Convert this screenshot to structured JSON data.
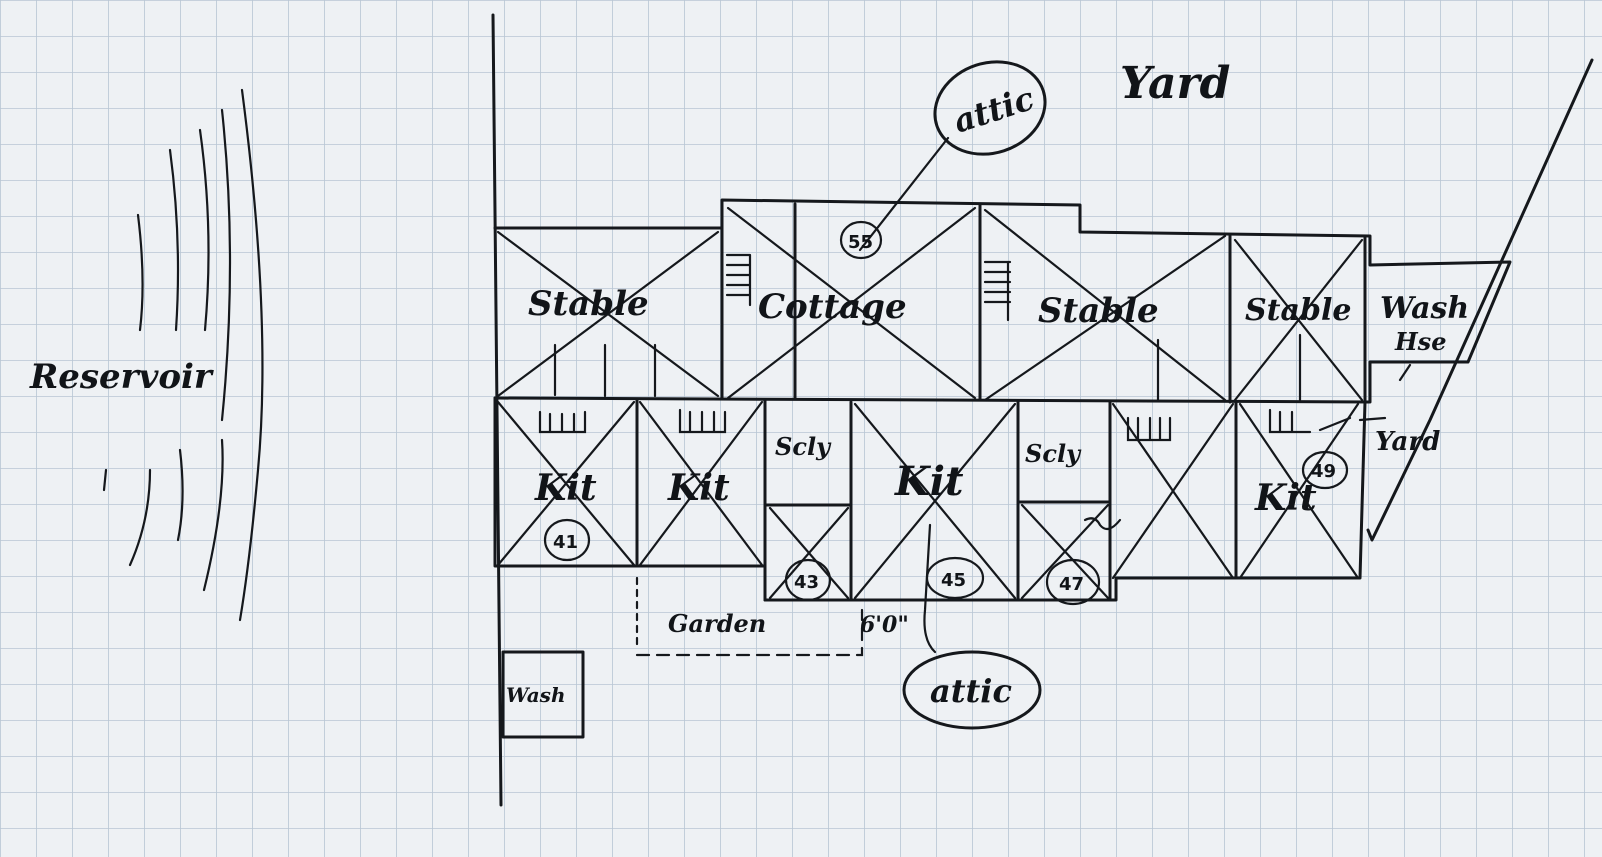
{
  "paper": {
    "background": "#eef1f4",
    "grid_color": "#b8c6d3",
    "ink_color": "#15181c"
  },
  "labels": {
    "reservoir": "Reservoir",
    "yard_top": "Yard",
    "yard_right": "Yard",
    "attic_top": "attic",
    "attic_bottom": "attic",
    "garden": "Garden",
    "dimension": "6'0\"",
    "wash_small": "Wash",
    "wash_house_1": "Wash",
    "wash_house_2": "Hse"
  },
  "upper_rooms": [
    {
      "label": "Stable"
    },
    {
      "label": "Cottage"
    },
    {
      "label": "Stable"
    },
    {
      "label": "Stable"
    }
  ],
  "lower_rooms": [
    {
      "label": "Kit",
      "number": "41"
    },
    {
      "label": "Kit",
      "number": ""
    },
    {
      "label": "Scly",
      "number": "43"
    },
    {
      "label": "Kit",
      "number": "45"
    },
    {
      "label": "Scly",
      "number": "47"
    },
    {
      "label": "",
      "number": ""
    },
    {
      "label": "Kit",
      "number": "49"
    }
  ],
  "cottage_number": "55"
}
